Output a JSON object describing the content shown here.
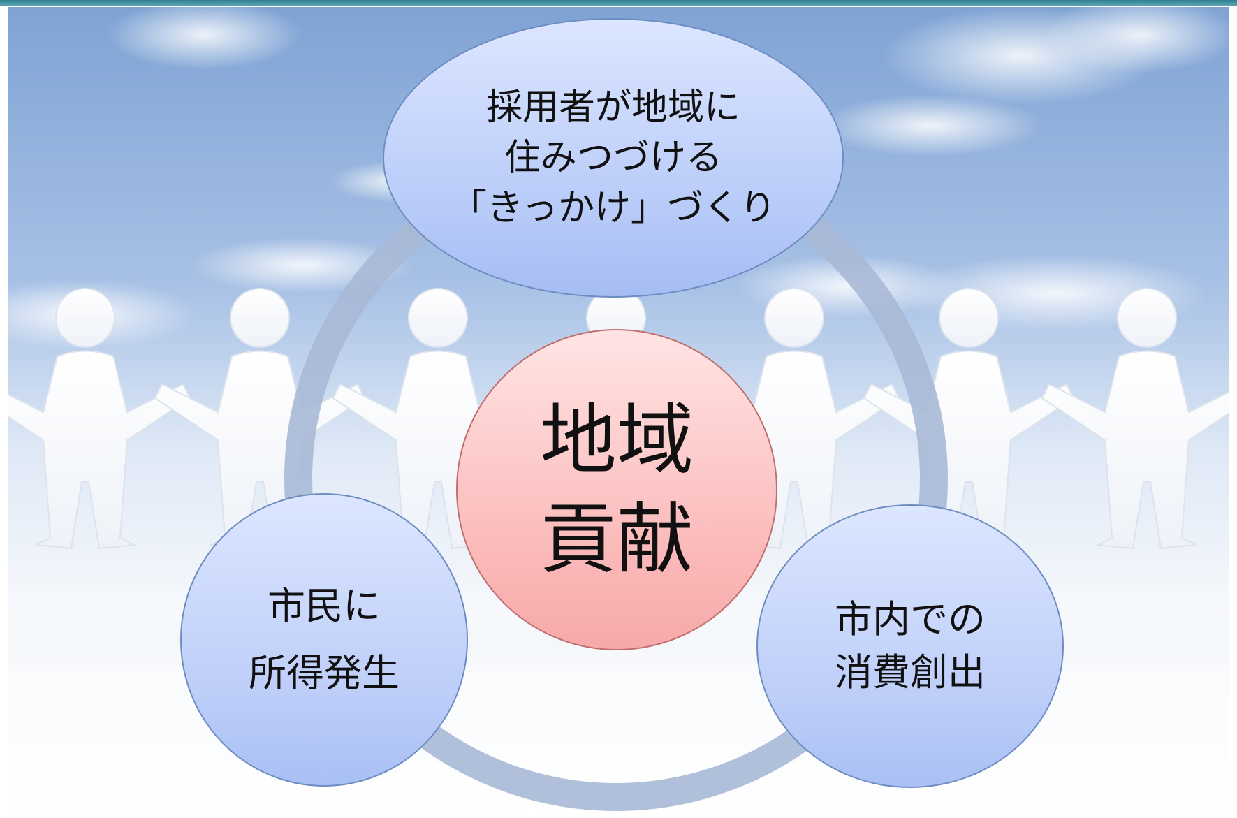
{
  "diagram": {
    "center": {
      "label": "地域\n貢献"
    },
    "nodes": [
      {
        "id": "top",
        "label": "採用者が地域に\n住みつづける\n「きっかけ」づくり"
      },
      {
        "id": "left",
        "label": "市民に\n所得発生"
      },
      {
        "id": "right",
        "label": "市内での\n消費創出"
      }
    ]
  },
  "colors": {
    "sky_top": "#7fa3d4",
    "sky_bottom": "#ffffff",
    "ring": "#a9b9d6",
    "blue_node": "#b7caf8",
    "blue_border": "#6d8cc2",
    "red_node": "#fbb9b9",
    "red_border": "#c26d6d",
    "header_bar": "#2f7f92"
  }
}
